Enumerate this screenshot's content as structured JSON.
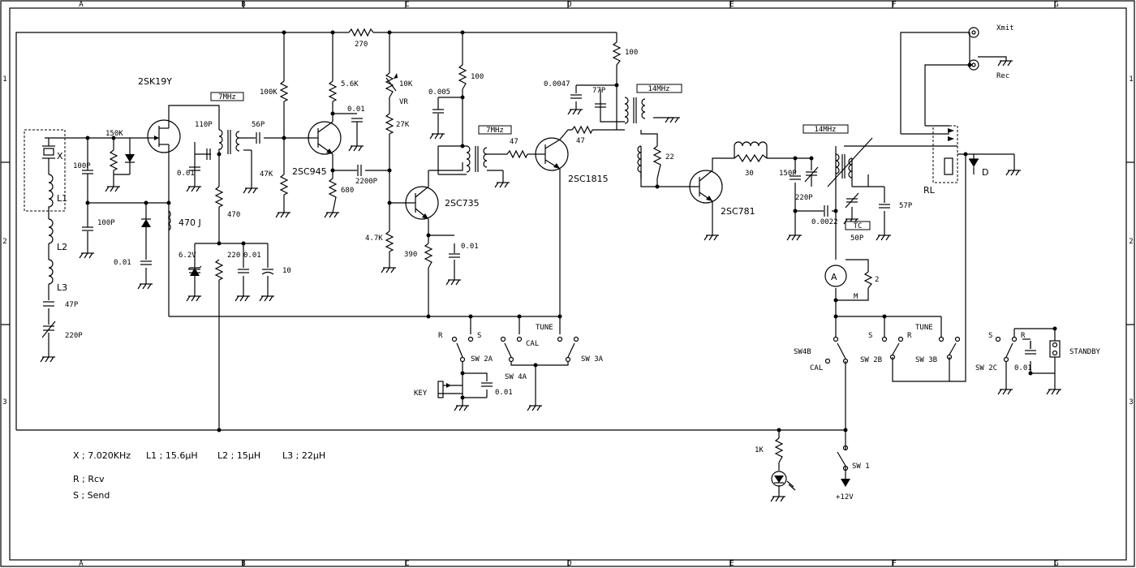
{
  "frame": {
    "cols": [
      "A",
      "B",
      "C",
      "D",
      "E",
      "F",
      "G"
    ],
    "rows": [
      "1",
      "2",
      "3"
    ]
  },
  "components": {
    "fet": "2SK19Y",
    "q1": "2SC945",
    "q2": "2SC735",
    "q3": "2SC1815",
    "q4": "2SC781",
    "r270": "270",
    "r100k": "100K",
    "r5k6": "5.6K",
    "r10k": "10K",
    "vr": "VR",
    "r27k": "27K",
    "r47k": "47K",
    "r680": "680",
    "r4k7": "4.7K",
    "r390": "390",
    "r150k": "150K",
    "r470": "470",
    "r220": "220",
    "r100a": "100",
    "r100b": "100",
    "r47a": "47",
    "r47b": "47",
    "r22": "22",
    "r30": "30",
    "r2": "2",
    "r1k": "1K",
    "c100p_a": "100P",
    "c100p_b": "100P",
    "c001_a": "0.01",
    "c47p": "47P",
    "c220p": "220P",
    "c110p": "110P",
    "c56p": "56P",
    "c001_b": "0.01",
    "c001_c": "0.01",
    "c001_d": "0.01",
    "c10": "10",
    "c2200p": "2200P",
    "c0005": "0.005",
    "c001_e": "0.01",
    "c00047": "0.0047",
    "c77p": "77P",
    "c150p": "150P",
    "c220p_b": "220P",
    "c00022": "0.0022",
    "c57p": "57P",
    "c50p": "50P",
    "c001_key": "0.01",
    "c001_sb": "0.01",
    "xtal": "X",
    "l1": "L1",
    "l2": "L2",
    "l3": "L3",
    "choke470": "470 J",
    "zener": "6.2V",
    "tc": "TC",
    "meter": "A",
    "meter_m": "M",
    "relay": "RL",
    "diode_d": "D",
    "key": "KEY",
    "xmit": "Xmit",
    "rec": "Rec",
    "standby": "STANDBY",
    "v12": "+12V"
  },
  "tags": {
    "mhz7a": "7MHz",
    "mhz7b": "7MHz",
    "mhz14a": "14MHz",
    "mhz14b": "14MHz"
  },
  "switches": {
    "sw2a": "SW 2A",
    "sw3a": "SW 3A",
    "sw4a": "SW 4A",
    "sw4b": "SW4B",
    "sw2b": "SW 2B",
    "sw3b": "SW 3B",
    "sw2c": "SW 2C",
    "sw1": "SW 1",
    "r": "R",
    "s": "S",
    "cal": "CAL",
    "tune": "TUNE"
  },
  "notes": {
    "line1_x": "X ; 7.020KHz",
    "line1_l1": "L1 ; 15.6μH",
    "line1_l2": "L2 ; 15μH",
    "line1_l3": "L3 ; 22μH",
    "line2": "R ; Rcv",
    "line3": "S ;  Send"
  }
}
